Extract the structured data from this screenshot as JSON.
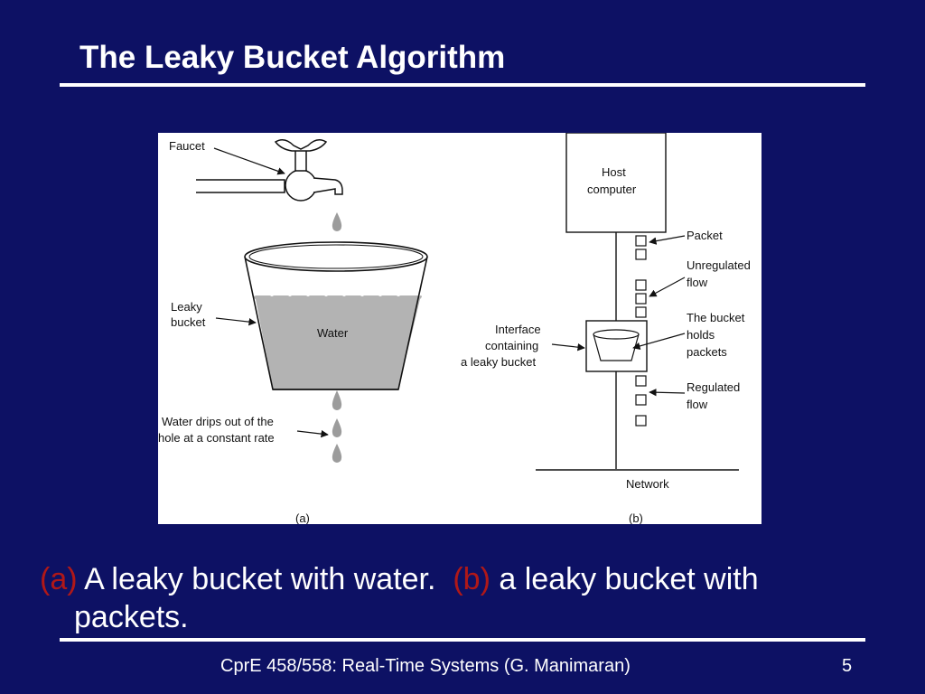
{
  "slide": {
    "title": "The Leaky Bucket Algorithm",
    "footer": "CprE 458/558: Real-Time Systems (G. Manimaran)",
    "page_number": "5"
  },
  "caption": {
    "part_a_tag": "(a)",
    "part_a_text": "A leaky bucket with water.",
    "part_b_tag": "(b)",
    "part_b_text_line1": "a leaky bucket with",
    "part_b_text_line2": "packets."
  },
  "figure": {
    "a": {
      "faucet": "Faucet",
      "leaky_line1": "Leaky",
      "leaky_line2": "bucket",
      "water": "Water",
      "drips_line1": "Water drips out of the",
      "drips_line2": "hole at a constant rate",
      "panel_label": "(a)"
    },
    "b": {
      "host_line1": "Host",
      "host_line2": "computer",
      "packet": "Packet",
      "unregulated_line1": "Unregulated",
      "unregulated_line2": "flow",
      "holds_line1": "The bucket",
      "holds_line2": "holds",
      "holds_line3": "packets",
      "interface_line1": "Interface",
      "interface_line2": "containing",
      "interface_line3": "a leaky bucket",
      "regulated_line1": "Regulated",
      "regulated_line2": "flow",
      "network": "Network",
      "panel_label": "(b)"
    }
  },
  "colors": {
    "background": "#0d1164",
    "tag_red": "#b01818",
    "water_gray": "#b3b3b3"
  }
}
